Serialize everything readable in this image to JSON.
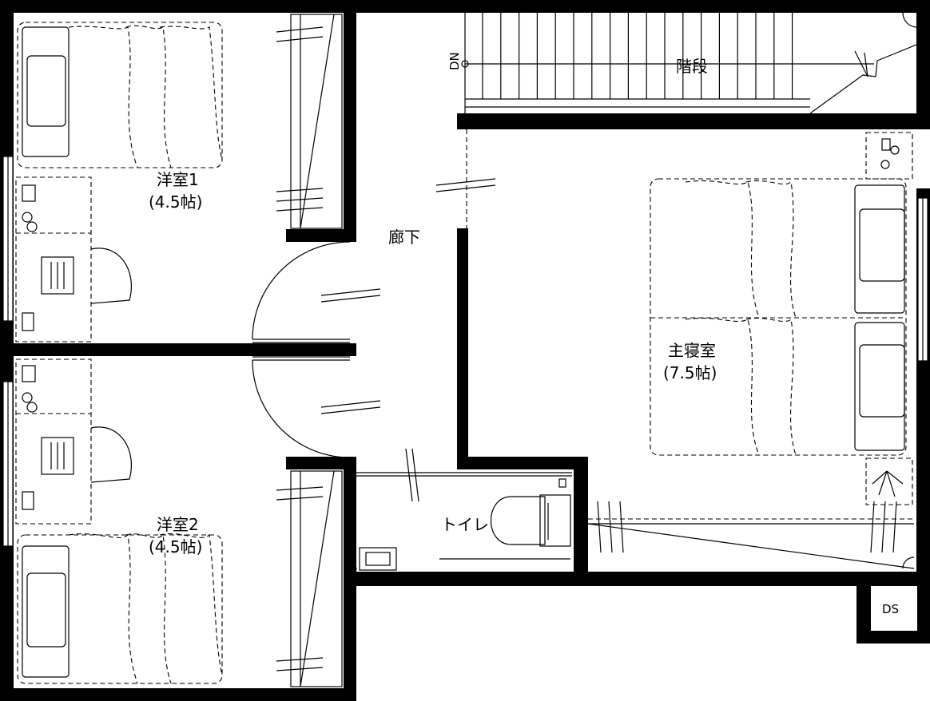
{
  "plan": {
    "rooms": {
      "western1": {
        "name": "洋室1",
        "size": "(4.5帖)"
      },
      "western2": {
        "name": "洋室2",
        "size": "(4.5帖)"
      },
      "master": {
        "name": "主寝室",
        "size": "(7.5帖)"
      },
      "hall": {
        "name": "廊下"
      },
      "stairs": {
        "name": "階段",
        "dir": "DN"
      },
      "toilet": {
        "name": "トイレ"
      },
      "ds": {
        "name": "DS"
      }
    }
  }
}
